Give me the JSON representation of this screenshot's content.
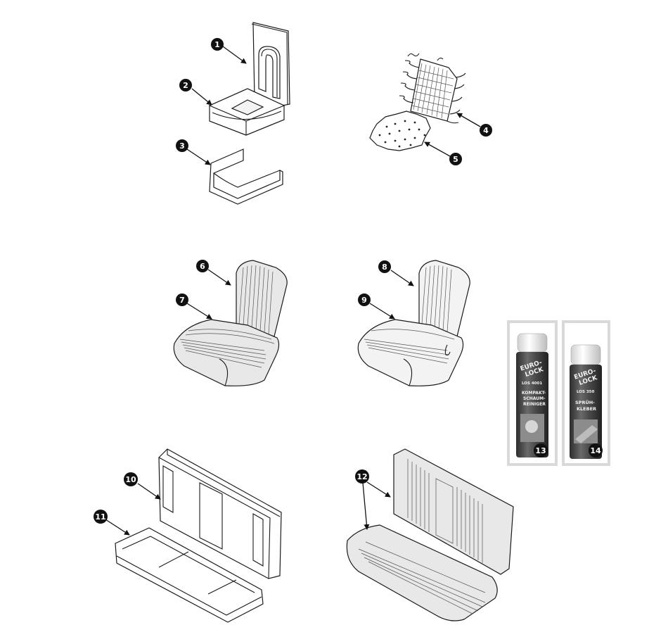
{
  "callouts": [
    {
      "id": "1",
      "label": "1"
    },
    {
      "id": "2",
      "label": "2"
    },
    {
      "id": "3",
      "label": "3"
    },
    {
      "id": "4",
      "label": "4"
    },
    {
      "id": "5",
      "label": "5"
    },
    {
      "id": "6",
      "label": "6"
    },
    {
      "id": "7",
      "label": "7"
    },
    {
      "id": "8",
      "label": "8"
    },
    {
      "id": "9",
      "label": "9"
    },
    {
      "id": "10",
      "label": "10"
    },
    {
      "id": "11",
      "label": "11"
    },
    {
      "id": "12",
      "label": "12"
    },
    {
      "id": "13",
      "label": "13"
    },
    {
      "id": "14",
      "label": "14"
    }
  ],
  "products": [
    {
      "brand_line1": "EURO-",
      "brand_line2": "LOCK",
      "code": "LOS 4001",
      "name_line1": "KOMPAKT-",
      "name_line2": "SCHAUM-",
      "name_line3": "REINIGER",
      "callout": "13"
    },
    {
      "brand_line1": "EURO-",
      "brand_line2": "LOCK",
      "code": "LOS 350",
      "name_line1": "SPRÜH-",
      "name_line2": "KLEBER",
      "name_line3": "",
      "callout": "14"
    }
  ],
  "colors": {
    "badge": "#111111",
    "frame": "#d9d9d9",
    "can_body": "#4a4a4a",
    "can_cap": "#ffffff"
  }
}
